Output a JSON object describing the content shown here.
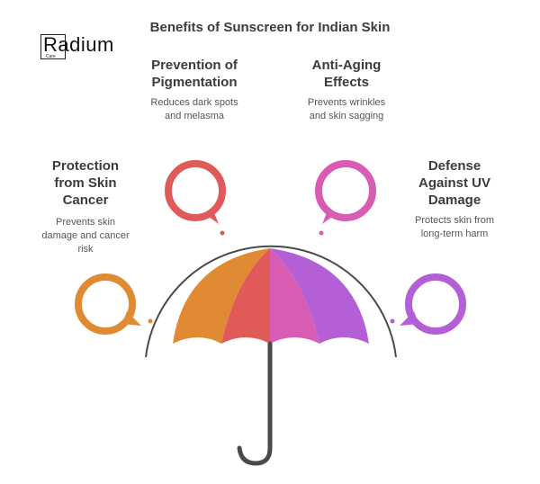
{
  "title": "Benefits of Sunscreen for Indian Skin",
  "logo": {
    "main": "Radium",
    "sub": "Care"
  },
  "benefits": [
    {
      "heading": [
        "Protection",
        "from Skin",
        "Cancer"
      ],
      "desc": [
        "Prevents skin",
        "damage and cancer",
        "risk"
      ],
      "color": "#E08A33"
    },
    {
      "heading": [
        "Prevention of",
        "Pigmentation"
      ],
      "desc": [
        "Reduces dark spots",
        "and melasma"
      ],
      "color": "#E05A5A"
    },
    {
      "heading": [
        "Anti-Aging",
        "Effects"
      ],
      "desc": [
        "Prevents wrinkles",
        "and skin sagging"
      ],
      "color": "#D95CB4"
    },
    {
      "heading": [
        "Defense",
        "Against UV",
        "Damage"
      ],
      "desc": [
        "Protects skin from",
        "long-term harm"
      ],
      "color": "#B45FD6"
    }
  ],
  "colors": {
    "orange": "#E08A33",
    "red": "#E05A5A",
    "pink": "#D95CB4",
    "purple": "#B45FD6",
    "handle": "#4a4a4a"
  }
}
